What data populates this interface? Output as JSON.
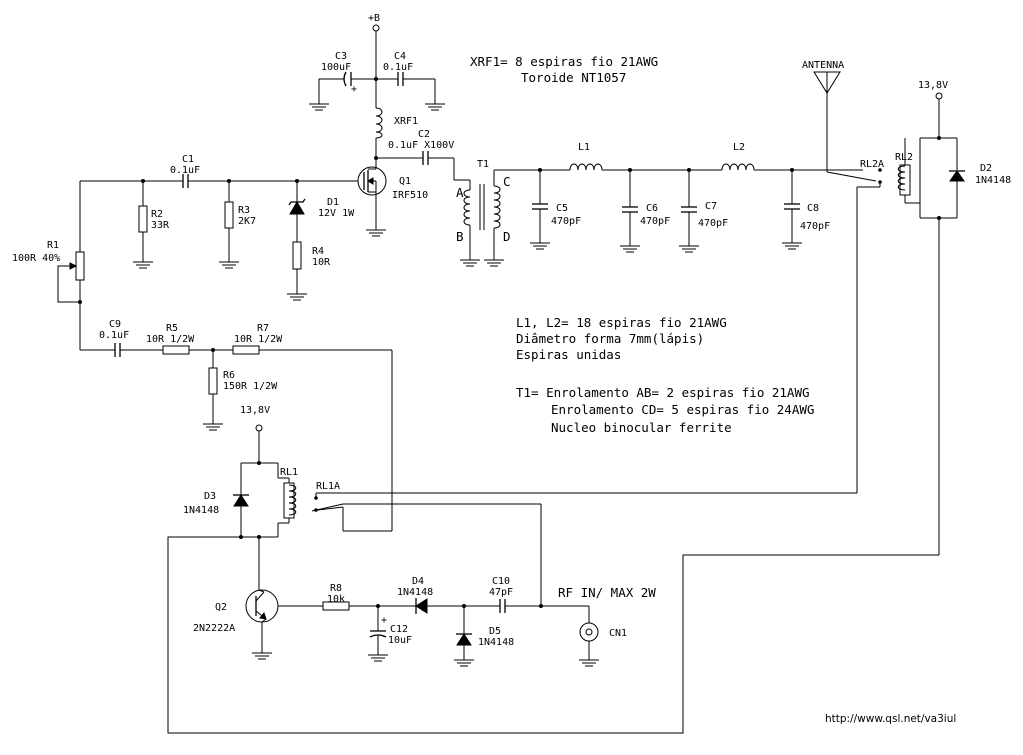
{
  "components": {
    "supply_b": "+B",
    "c3": {
      "ref": "C3",
      "value": "100uF",
      "polarity": "+"
    },
    "c4": {
      "ref": "C4",
      "value": "0.1uF"
    },
    "xrf1": {
      "ref": "XRF1"
    },
    "c2": {
      "ref": "C2",
      "value": "0.1uF X100V"
    },
    "q1": {
      "ref": "Q1",
      "value": "IRF510"
    },
    "c1": {
      "ref": "C1",
      "value": "0.1uF"
    },
    "r2": {
      "ref": "R2",
      "value": "33R"
    },
    "r3": {
      "ref": "R3",
      "value": "2K7"
    },
    "d1": {
      "ref": "D1",
      "value": "12V 1W"
    },
    "r4": {
      "ref": "R4",
      "value": "10R"
    },
    "r1": {
      "ref": "R1",
      "value": "100R 40%"
    },
    "t1": {
      "ref": "T1",
      "a": "A",
      "b": "B",
      "c": "C",
      "d": "D"
    },
    "l1": {
      "ref": "L1"
    },
    "l2": {
      "ref": "L2"
    },
    "c5": {
      "ref": "C5",
      "value": "470pF"
    },
    "c6": {
      "ref": "C6",
      "value": "470pF"
    },
    "c7": {
      "ref": "C7",
      "value": "470pF"
    },
    "c8": {
      "ref": "C8",
      "value": "470pF"
    },
    "antenna": "ANTENNA",
    "rl2": {
      "ref": "RL2",
      "contact": "RL2A"
    },
    "supply_138_top": "13,8V",
    "d2": {
      "ref": "D2",
      "value": "1N4148"
    },
    "c9": {
      "ref": "C9",
      "value": "0.1uF"
    },
    "r5": {
      "ref": "R5",
      "value": "10R 1/2W"
    },
    "r7": {
      "ref": "R7",
      "value": "10R 1/2W"
    },
    "r6": {
      "ref": "R6",
      "value": "150R 1/2W"
    },
    "supply_138_mid": "13,8V",
    "rl1": {
      "ref": "RL1",
      "contact": "RL1A"
    },
    "d3": {
      "ref": "D3",
      "value": "1N4148"
    },
    "q2": {
      "ref": "Q2",
      "value": "2N2222A"
    },
    "r8": {
      "ref": "R8",
      "value": "10k"
    },
    "c12": {
      "ref": "C12",
      "value": "10uF",
      "polarity": "+"
    },
    "d4": {
      "ref": "D4",
      "value": "1N4148"
    },
    "c10": {
      "ref": "C10",
      "value": "47pF"
    },
    "d5": {
      "ref": "D5",
      "value": "1N4148"
    },
    "cn1": {
      "ref": "CN1"
    },
    "rf_in": "RF IN/ MAX 2W"
  },
  "notes": {
    "xrf1_line1": "XRF1= 8 espiras fio 21AWG",
    "xrf1_line2": "Toroide NT1057",
    "l_line1": "L1, L2= 18 espiras fio 21AWG",
    "l_line2": "Diâmetro forma 7mm(lápis)",
    "l_line3": "Espiras unidas",
    "t1_line1": "T1= Enrolamento AB= 2 espiras fio 21AWG",
    "t1_line2": "Enrolamento CD= 5 espiras fio 24AWG",
    "t1_line3": "Nucleo binocular ferrite"
  },
  "footer": {
    "url": "http://www.qsl.net/va3iul"
  }
}
